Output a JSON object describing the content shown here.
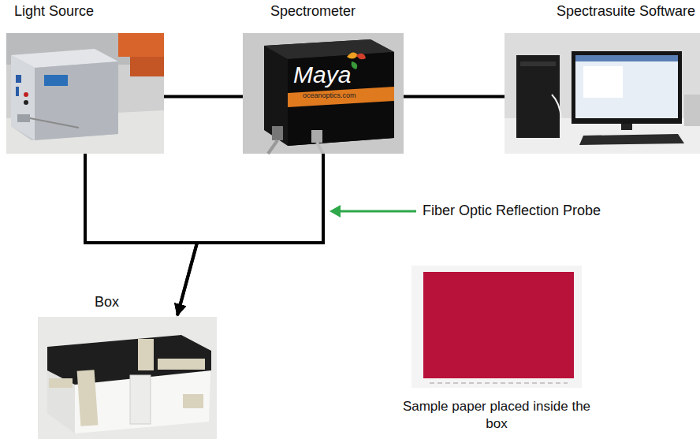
{
  "diagram": {
    "nodes": [
      {
        "text": [
          "Light Source"
        ]
      },
      {
        "text": [
          "Spectrometer"
        ]
      },
      {
        "text": [
          "Spectrasuite Software"
        ]
      },
      {
        "text": [
          "Box"
        ]
      },
      {
        "text": [
          "Sample paper placed inside the box"
        ]
      }
    ],
    "edges": [
      {
        "from": 0,
        "to": 1,
        "arrow": "none"
      },
      {
        "from": 1,
        "to": 2,
        "arrow": "none"
      },
      {
        "from": 0,
        "to": 3,
        "arrow": "to"
      },
      {
        "from": 1,
        "to": 3,
        "arrow": "to"
      }
    ],
    "labels": [
      "Fiber Optic Reflection Probe",
      "Maya",
      "oceanoptics.com"
    ]
  }
}
